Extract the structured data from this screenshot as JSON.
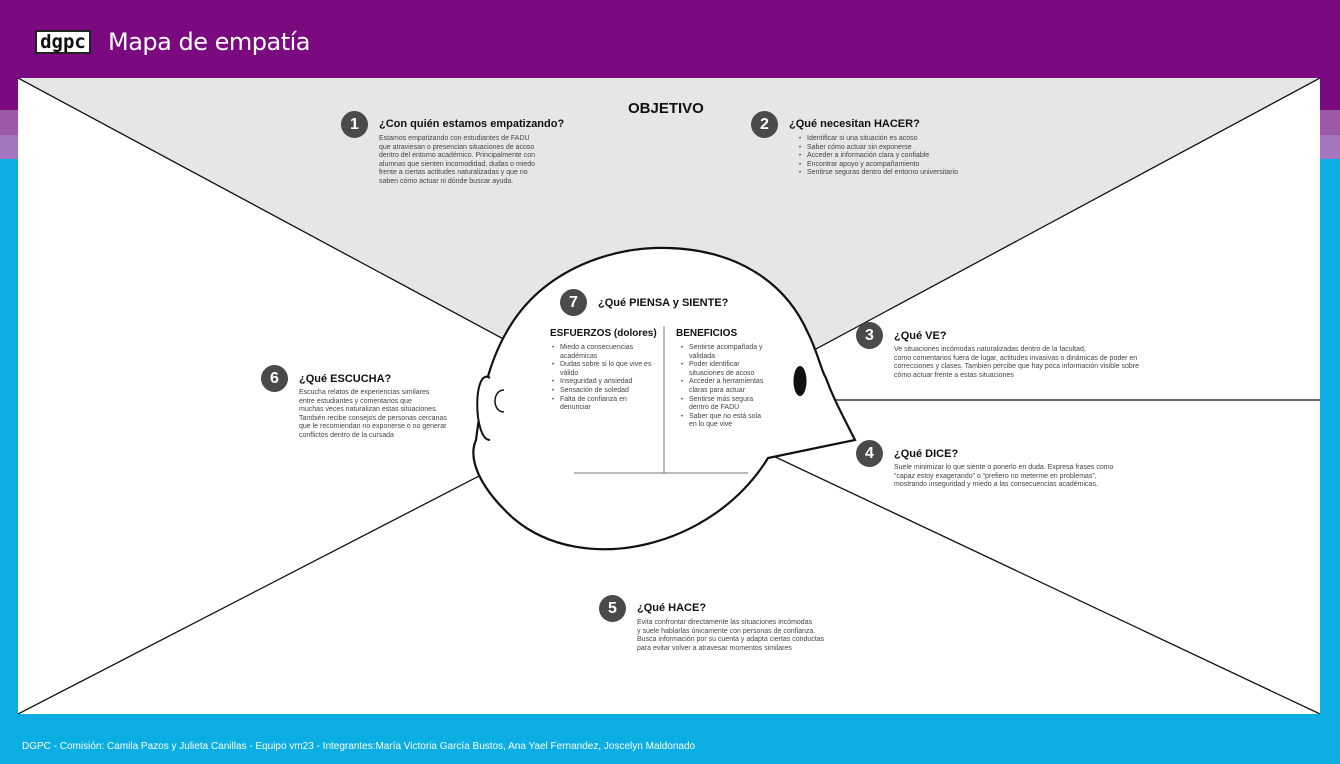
{
  "header": {
    "logo_text": "dgpc",
    "title": "Mapa de empatía"
  },
  "colors": {
    "header_bg": "#7b0a80",
    "band_1": "#9c59a8",
    "band_2": "#a476bd",
    "page_bg": "#0aaee3",
    "objective_bg": "#e6e6e6",
    "number_badge": "#4a4a4a"
  },
  "objective": {
    "label": "OBJETIVO"
  },
  "sections": {
    "s1": {
      "number": "1",
      "title": "¿Con quién estamos empatizando?",
      "lines": [
        "Estamos empatizando con estudiantes de FADU",
        "que atraviesan o presencian situaciones de acoso",
        "dentro del entorno académico. Principalmente con",
        "alumnas que sienten incomodidad, dudas o miedo",
        "frente a ciertas actitudes naturalizadas y que no",
        "saben cómo actuar ni dónde buscar ayuda."
      ]
    },
    "s2": {
      "number": "2",
      "title": "¿Qué necesitan HACER?",
      "items": [
        "Identificar si una situación es acoso",
        "Saber cómo actuar sin exponerse",
        " Acceder a información clara y confiable",
        "Encontrar apoyo y acompañamiento",
        "Sentirse seguras dentro del entorno universitario"
      ]
    },
    "s3": {
      "number": "3",
      "title": "¿Qué VE?",
      "lines": [
        "Ve situaciones incómodas naturalizadas dentro de la facultad,",
        "como comentarios fuera de lugar, actitudes invasivas o dinámicas de poder en",
        "correcciones y clases. También percibe que hay poca información visible sobre",
        "cómo actuar frente a estas situaciones"
      ]
    },
    "s4": {
      "number": "4",
      "title": "¿Qué DICE?",
      "lines": [
        "Suele minimizar lo que siente o ponerlo en duda. Expresa frases como",
        "“capaz estoy exagerando” o “prefiero no meterme en problemas”,",
        "mostrando inseguridad y miedo a las consecuencias académicas."
      ]
    },
    "s5": {
      "number": "5",
      "title": "¿Qué HACE?",
      "lines": [
        "Evita confrontar directamente las situaciones incómodas",
        "y suele hablarlas únicamente con personas de confianza.",
        "Busca información por su cuenta y adapta ciertas conductas",
        "para evitar volver a atravesar momentos similares"
      ]
    },
    "s6": {
      "number": "6",
      "title": "¿Qué ESCUCHA?",
      "lines": [
        "Escucha relatos de experiencias similares",
        "entre estudiantes y comentarios que",
        " muchas veces naturalizan estas situaciones.",
        "También recibe consejos de personas cercanas",
        "que le recomiendan no exponerse o no generar",
        "conflictos dentro de la cursada"
      ]
    },
    "s7": {
      "number": "7",
      "title": "¿Qué PIENSA y SIENTE?",
      "efforts_title": "ESFUERZOS (dolores)",
      "efforts": [
        "Miedo a consecuencias académicas",
        "Dudas sobre si lo que vive es válido",
        "Inseguridad y ansiedad",
        "Sensación de soledad",
        "Falta de confianza en denunciar"
      ],
      "benefits_title": "BENEFICIOS",
      "benefits": [
        "Sentirse acompañada y validada",
        "Poder identificar situaciones de acoso",
        "Acceder a herramientas claras para actuar",
        "Sentirse más segura dentro de FADU",
        "Saber que no está sola en lo que vive"
      ]
    }
  },
  "footer": {
    "text": "DGPC - Comisión: Camila Pazos y Julieta Canillas - Equipo vm23 - Integrantes:María Victoria García Bustos, Ana Yael Fernandez, Joscelyn Maldonado"
  }
}
